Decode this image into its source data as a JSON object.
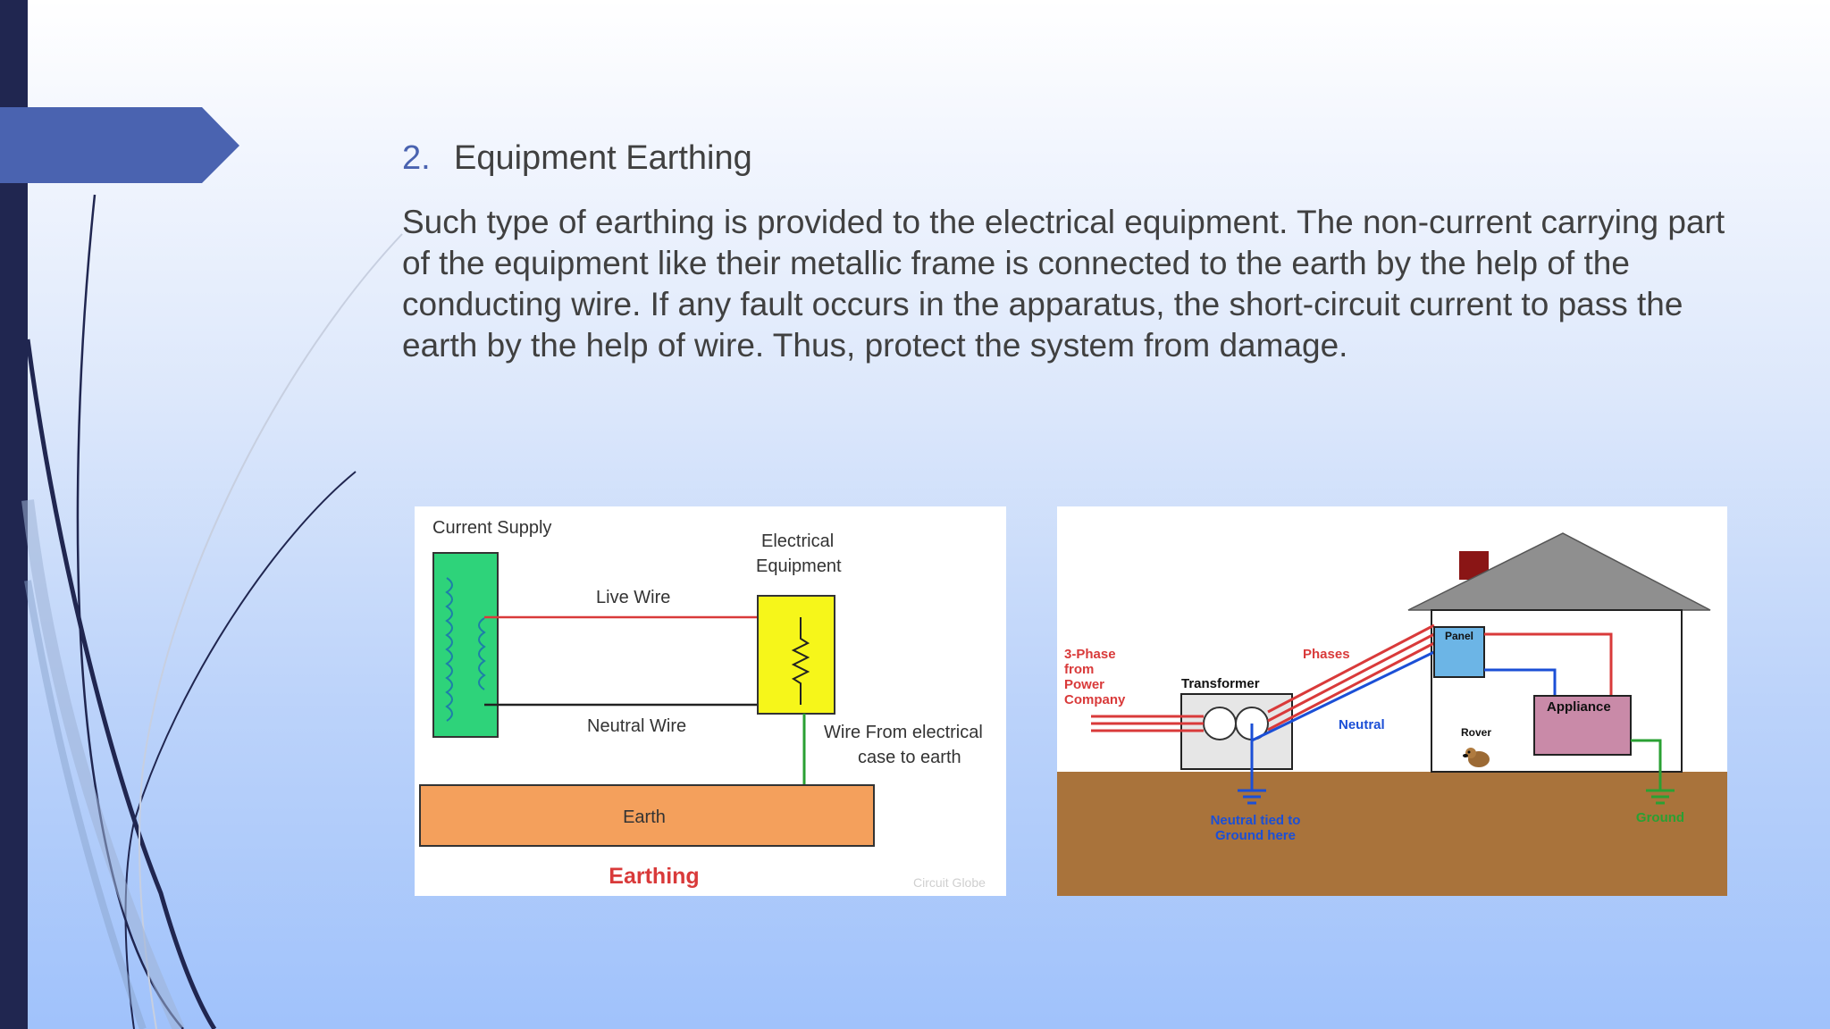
{
  "slide": {
    "title": {
      "number": "2.",
      "text": "Equipment Earthing"
    },
    "body": "Such type of earthing is provided to the electrical equipment. The non-current carrying part of the equipment like their metallic frame is connected to the earth by the help of the conducting wire. If any fault occurs in the apparatus, the short-circuit current to pass the earth by the help of wire. Thus, protect the system from damage."
  },
  "figure_left": {
    "current_supply": "Current Supply",
    "electrical": "Electrical",
    "equipment": "Equipment",
    "live_wire": "Live Wire",
    "neutral_wire": "Neutral Wire",
    "wire_from_1": "Wire From electrical",
    "wire_from_2": "case to earth",
    "earth": "Earth",
    "caption": "Earthing",
    "watermark": "Circuit Globe"
  },
  "figure_right": {
    "three_phase_1": "3-Phase",
    "three_phase_2": "from",
    "three_phase_3": "Power",
    "three_phase_4": "Company",
    "transformer": "Transformer",
    "phases": "Phases",
    "neutral": "Neutral",
    "panel": "Panel",
    "appliance": "Appliance",
    "rover": "Rover",
    "neutral_tied_1": "Neutral tied to",
    "neutral_tied_2": "Ground here",
    "ground": "Ground"
  },
  "colors": {
    "accent_arrow": "#4a63b0",
    "dark_bar": "#202650",
    "earth_fill": "#f4a05c",
    "supply_fill": "#2ed37a",
    "equipment_fill": "#f6f61a",
    "live_wire": "#d93a3a",
    "ground_wire": "#2aa033",
    "soil": "#a9733b",
    "neutral_blue": "#1b4fd6"
  }
}
